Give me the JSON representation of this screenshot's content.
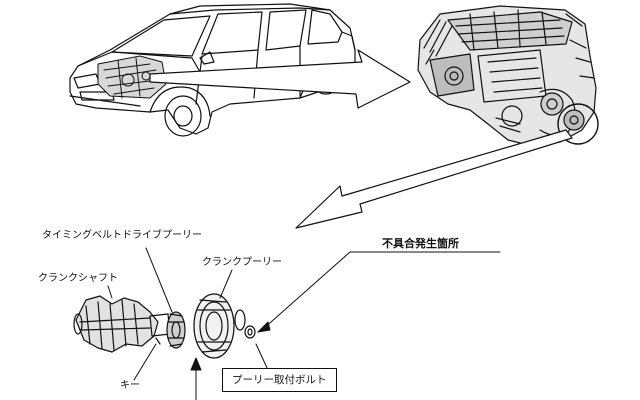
{
  "labels": {
    "timing_pulley": "タイミングベルトドライブプーリー",
    "crankshaft": "クランクシャフト",
    "crank_pulley": "クランクプーリー",
    "defect_location": "不具合発生箇所",
    "key": "キー",
    "pulley_bolt": "プーリー取付ボルト"
  },
  "icons": [
    "minivan-illustration",
    "engine-illustration",
    "crankshaft-assembly-illustration"
  ],
  "colors": {
    "line": "#111111",
    "background": "#ffffff"
  }
}
